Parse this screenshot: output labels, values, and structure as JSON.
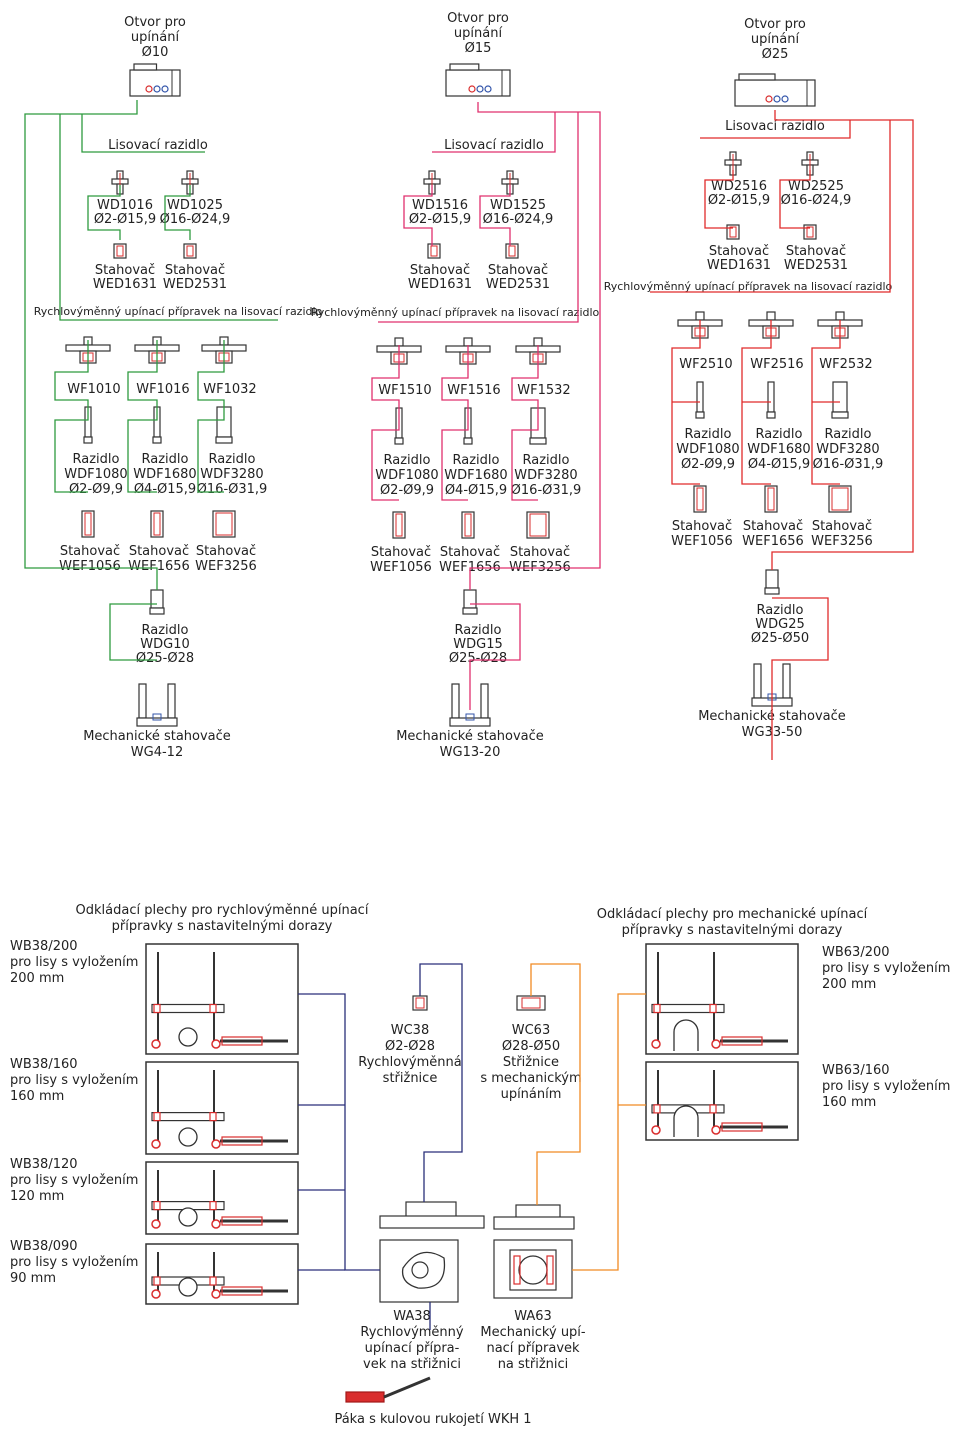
{
  "colors": {
    "green": "#2e9a3f",
    "pink": "#e0306e",
    "red": "#e02b2b",
    "navy": "#2a2f7a",
    "orange": "#f08a23",
    "part": "#333333",
    "accent": "#d92d2d"
  },
  "col10": {
    "header": [
      "Otvor pro",
      "upínání",
      "Ø10"
    ],
    "press_title": "Lisovací razidlo",
    "wd": [
      [
        "WD1016",
        "Ø2-Ø15,9"
      ],
      [
        "WD1025",
        "Ø16-Ø24,9"
      ]
    ],
    "wed": [
      [
        "Stahovač",
        "WED1631"
      ],
      [
        "Stahovač",
        "WED2531"
      ]
    ],
    "quick_title": "Rychlovýměnný upínací přípravek na lisovací razidlo",
    "wf": [
      "WF1010",
      "WF1016",
      "WF1032"
    ],
    "wdf": [
      [
        "Razidlo",
        "WDF1080",
        "Ø2-Ø9,9"
      ],
      [
        "Razidlo",
        "WDF1680",
        "Ø4-Ø15,9"
      ],
      [
        "Razidlo",
        "WDF3280",
        "Ø16-Ø31,9"
      ]
    ],
    "wef": [
      [
        "Stahovač",
        "WEF1056"
      ],
      [
        "Stahovač",
        "WEF1656"
      ],
      [
        "Stahovač",
        "WEF3256"
      ]
    ],
    "wdg": [
      "Razidlo",
      "WDG10",
      "Ø25-Ø28"
    ],
    "wg": [
      "Mechanické stahovače",
      "WG4-12"
    ]
  },
  "col15": {
    "header": [
      "Otvor pro",
      "upínání",
      "Ø15"
    ],
    "press_title": "Lisovací razidlo",
    "wd": [
      [
        "WD1516",
        "Ø2-Ø15,9"
      ],
      [
        "WD1525",
        "Ø16-Ø24,9"
      ]
    ],
    "wed": [
      [
        "Stahovač",
        "WED1631"
      ],
      [
        "Stahovač",
        "WED2531"
      ]
    ],
    "quick_title": "Rychlovýměnný upínací přípravek na lisovací razidlo",
    "wf": [
      "WF1510",
      "WF1516",
      "WF1532"
    ],
    "wdf": [
      [
        "Razidlo",
        "WDF1080",
        "Ø2-Ø9,9"
      ],
      [
        "Razidlo",
        "WDF1680",
        "Ø4-Ø15,9"
      ],
      [
        "Razidlo",
        "WDF3280",
        "Ø16-Ø31,9"
      ]
    ],
    "wef": [
      [
        "Stahovač",
        "WEF1056"
      ],
      [
        "Stahovač",
        "WEF1656"
      ],
      [
        "Stahovač",
        "WEF3256"
      ]
    ],
    "wdg": [
      "Razidlo",
      "WDG15",
      "Ø25-Ø28"
    ],
    "wg": [
      "Mechanické stahovače",
      "WG13-20"
    ]
  },
  "col25": {
    "header": [
      "Otvor pro",
      "upínání",
      "Ø25"
    ],
    "press_title": "Lisovací razidlo",
    "wd": [
      [
        "WD2516",
        "Ø2-Ø15,9"
      ],
      [
        "WD2525",
        "Ø16-Ø24,9"
      ]
    ],
    "wed": [
      [
        "Stahovač",
        "WED1631"
      ],
      [
        "Stahovač",
        "WED2531"
      ]
    ],
    "quick_title": "Rychlovýměnný upínací přípravek na lisovací razidlo",
    "wf": [
      "WF2510",
      "WF2516",
      "WF2532"
    ],
    "wdf": [
      [
        "Razidlo",
        "WDF1080",
        "Ø2-Ø9,9"
      ],
      [
        "Razidlo",
        "WDF1680",
        "Ø4-Ø15,9"
      ],
      [
        "Razidlo",
        "WDF3280",
        "Ø16-Ø31,9"
      ]
    ],
    "wef": [
      [
        "Stahovač",
        "WEF1056"
      ],
      [
        "Stahovač",
        "WEF1656"
      ],
      [
        "Stahovač",
        "WEF3256"
      ]
    ],
    "wdg": [
      "Razidlo",
      "WDG25",
      "Ø25-Ø50"
    ],
    "wg": [
      "Mechanické stahovače",
      "WG33-50"
    ]
  },
  "bottom": {
    "left_title": [
      "Odkládací plechy pro rychlovýměnné upínací",
      "přípravky s nastavitelnými dorazy"
    ],
    "right_title": [
      "Odkládací plechy pro mechanické upínací",
      "přípravky s nastavitelnými dorazy"
    ],
    "wb38": [
      [
        "WB38/200",
        "pro lisy s vyložením",
        "200 mm"
      ],
      [
        "WB38/160",
        "pro lisy s vyložením",
        "160 mm"
      ],
      [
        "WB38/120",
        "pro lisy s vyložením",
        "120 mm"
      ],
      [
        "WB38/090",
        "pro lisy s vyložením",
        "90 mm"
      ]
    ],
    "wb63": [
      [
        "WB63/200",
        "pro lisy s vyložením",
        "200 mm"
      ],
      [
        "WB63/160",
        "pro lisy s vyložením",
        "160 mm"
      ]
    ],
    "wc38": [
      "WC38",
      "Ø2-Ø28",
      "Rychlovýměnná",
      "střižnice"
    ],
    "wc63": [
      "WC63",
      "Ø28-Ø50",
      "Střižnice",
      "s mechanickým",
      "upínáním"
    ],
    "wa38": [
      "WA38",
      "Rychlovýměnný",
      "upínací přípra-",
      "vek na střižnici"
    ],
    "wa63": [
      "WA63",
      "Mechanický upí-",
      "nací přípravek",
      "na střižnici"
    ],
    "wkh": "Páka s kulovou rukojetí WKH 1"
  }
}
